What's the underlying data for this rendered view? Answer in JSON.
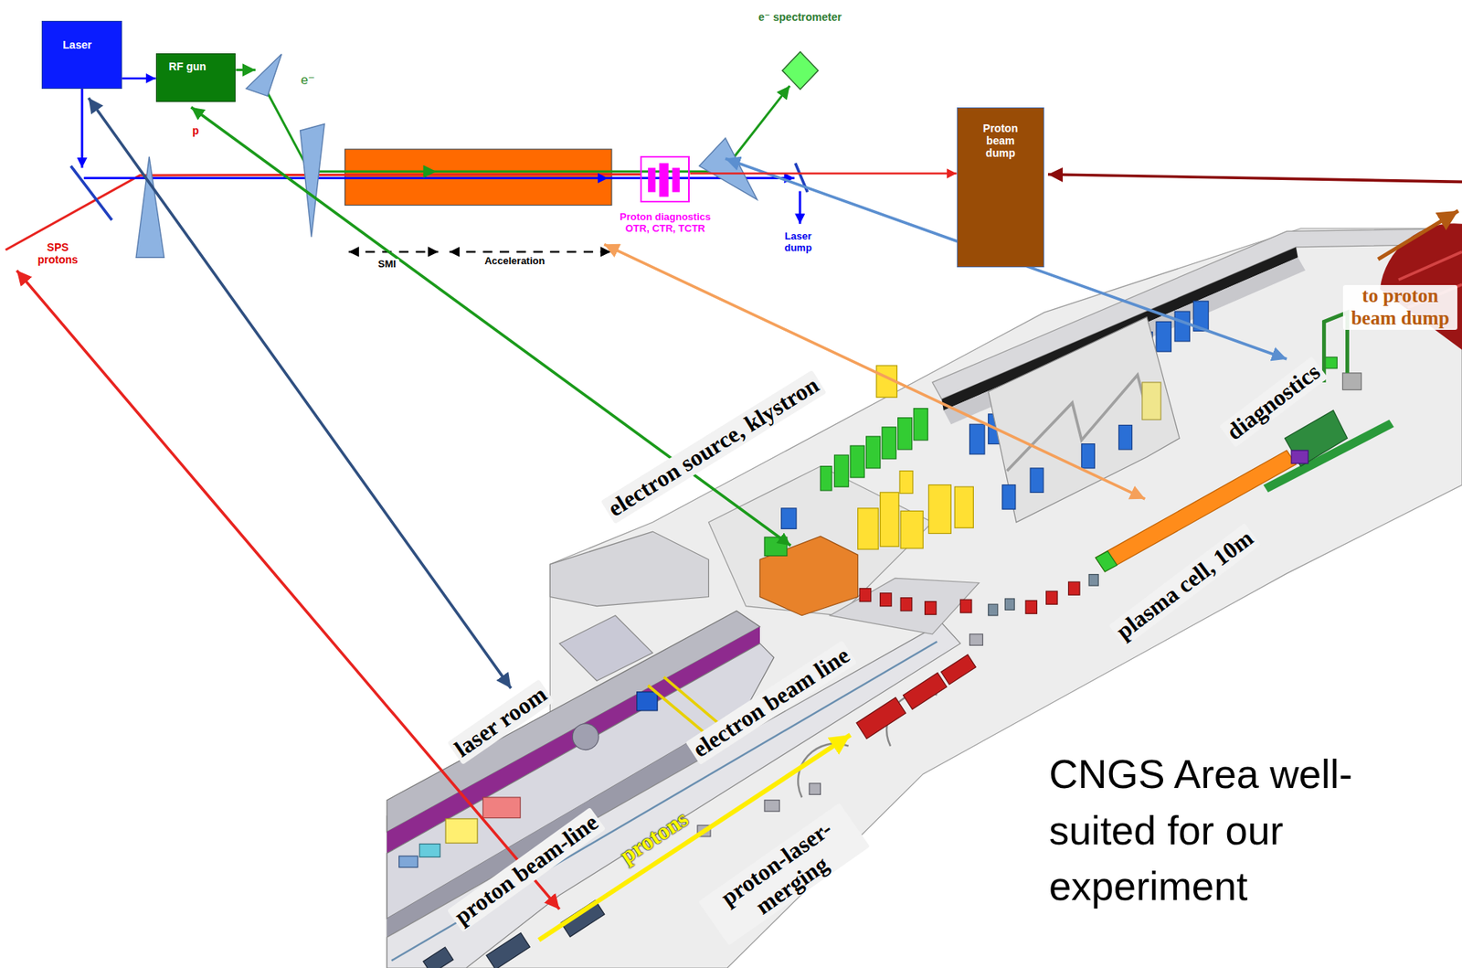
{
  "diagram": {
    "nodes": [
      {
        "text": [
          "Laser"
        ]
      },
      {
        "text": [
          "RF gun"
        ]
      },
      {
        "text": [
          "e⁻ spectrometer"
        ]
      },
      {
        "text": [
          "Proton diagnostics OTR, CTR, TCTR"
        ]
      },
      {
        "text": [
          "Proton beam dump"
        ]
      }
    ],
    "edges": [
      {
        "from": 0,
        "to": 1,
        "arrow": "to"
      },
      {
        "from": 3,
        "to": 4,
        "arrow": "to"
      }
    ],
    "labels": [
      "e⁻",
      "p",
      "SPS protons",
      "SMI",
      "Acceleration",
      "Laser dump",
      "electron source, klystron",
      "laser room",
      "electron beam line",
      "proton beam-line",
      "protons",
      "proton-laser-merging",
      "plasma cell, 10m",
      "diagnostics",
      "to proton beam dump",
      "CNGS Area well-suited for our experiment"
    ]
  }
}
